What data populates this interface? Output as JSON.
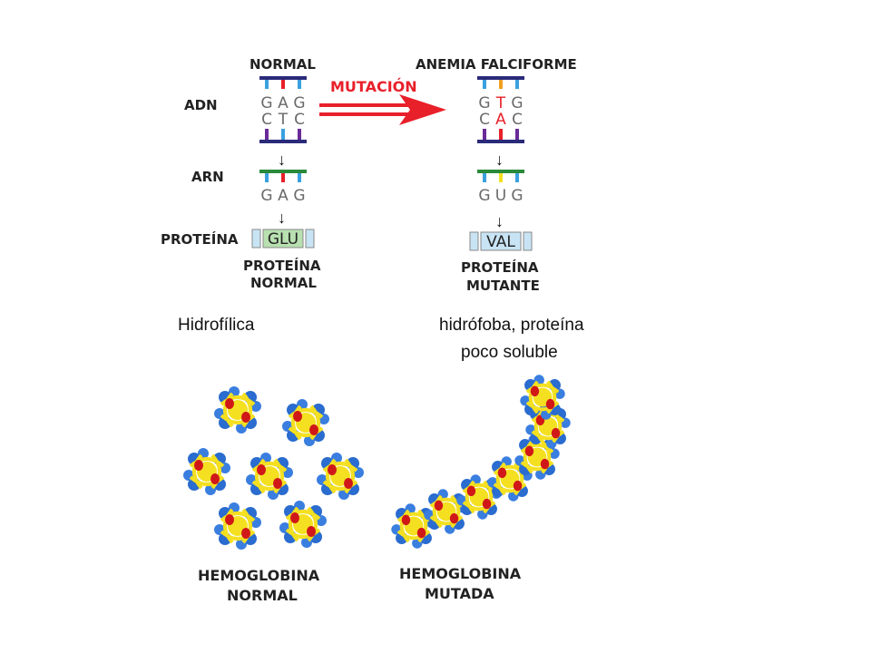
{
  "normal": {
    "title": "NORMAL",
    "dna_top": [
      "G",
      "A",
      "G"
    ],
    "dna_bottom": [
      "C",
      "T",
      "C"
    ],
    "rna": [
      "G",
      "A",
      "G"
    ],
    "amino_acid": "GLU",
    "protein_line1": "PROTEÍNA",
    "protein_line2": "NORMAL",
    "property": "Hidrofílica",
    "hemoglobin_line1": "HEMOGLOBINA",
    "hemoglobin_line2": "NORMAL"
  },
  "mutant": {
    "title": "ANEMIA FALCIFORME",
    "dna_top": [
      "G",
      "T",
      "G"
    ],
    "dna_bottom": [
      "C",
      "A",
      "C"
    ],
    "rna": [
      "G",
      "U",
      "G"
    ],
    "amino_acid": "VAL",
    "protein_line1": "PROTEÍNA",
    "protein_line2": "MUTANTE",
    "property_line1": "hidrófoba, proteína",
    "property_line2": "poco soluble",
    "hemoglobin_line1": "HEMOGLOBINA",
    "hemoglobin_line2": "MUTADA"
  },
  "labels": {
    "dna": "ADN",
    "rna": "ARN",
    "protein": "PROTEÍNA",
    "mutation": "MUTACIÓN"
  },
  "colors": {
    "mutation_arrow": "#e8202a",
    "base_changed": "#e8202a",
    "dna_backbone": "#2a2a7a",
    "rna_backbone": "#2a8a3a",
    "amino_box": "#b8e0b0",
    "amino_box_mutant": "#c8e4f4",
    "hemoglobin_blue": "#2a6ccf",
    "hemoglobin_yellow": "#f4e020",
    "hemoglobin_red": "#d01818"
  }
}
